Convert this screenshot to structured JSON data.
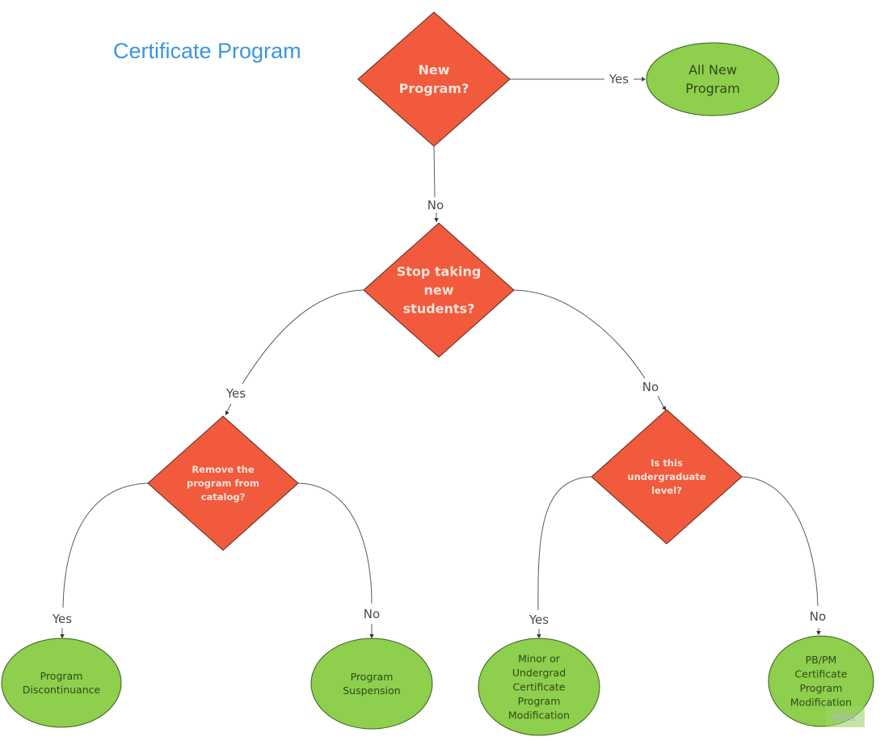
{
  "title": "Certificate Program",
  "colors": {
    "title": "#3a97dc",
    "decision_fill": "#f15a3c",
    "outcome_fill": "#8ecf4d",
    "edge": "#5a5a5a"
  },
  "decisions": [
    {
      "id": "d1",
      "lines": [
        "New",
        "Program?"
      ]
    },
    {
      "id": "d2",
      "lines": [
        "Stop taking",
        "new",
        "students?"
      ]
    },
    {
      "id": "d3",
      "lines": [
        "Remove the",
        "program from",
        "catalog?"
      ]
    },
    {
      "id": "d4",
      "lines": [
        "Is this",
        "undergraduate",
        "level?"
      ]
    }
  ],
  "outcomes": [
    {
      "id": "o1",
      "lines": [
        "All New",
        "Program"
      ]
    },
    {
      "id": "o2",
      "lines": [
        "Program",
        "Discontinuance"
      ]
    },
    {
      "id": "o3",
      "lines": [
        "Program",
        "Suspension"
      ]
    },
    {
      "id": "o4",
      "lines": [
        "Minor or",
        "Undergrad",
        "Certificate",
        "Program",
        "Modification"
      ]
    },
    {
      "id": "o5",
      "lines": [
        "PB/PM",
        "Certificate",
        "Program",
        "Modification"
      ]
    }
  ],
  "edges": [
    {
      "from": "d1",
      "to": "o1",
      "label": "Yes"
    },
    {
      "from": "d1",
      "to": "d2",
      "label": "No"
    },
    {
      "from": "d2",
      "to": "d3",
      "label": "Yes"
    },
    {
      "from": "d2",
      "to": "d4",
      "label": "No"
    },
    {
      "from": "d3",
      "to": "o2",
      "label": "Yes"
    },
    {
      "from": "d3",
      "to": "o3",
      "label": "No"
    },
    {
      "from": "d4",
      "to": "o4",
      "label": "Yes"
    },
    {
      "from": "d4",
      "to": "o5",
      "label": "No"
    }
  ],
  "watermark": "miro"
}
